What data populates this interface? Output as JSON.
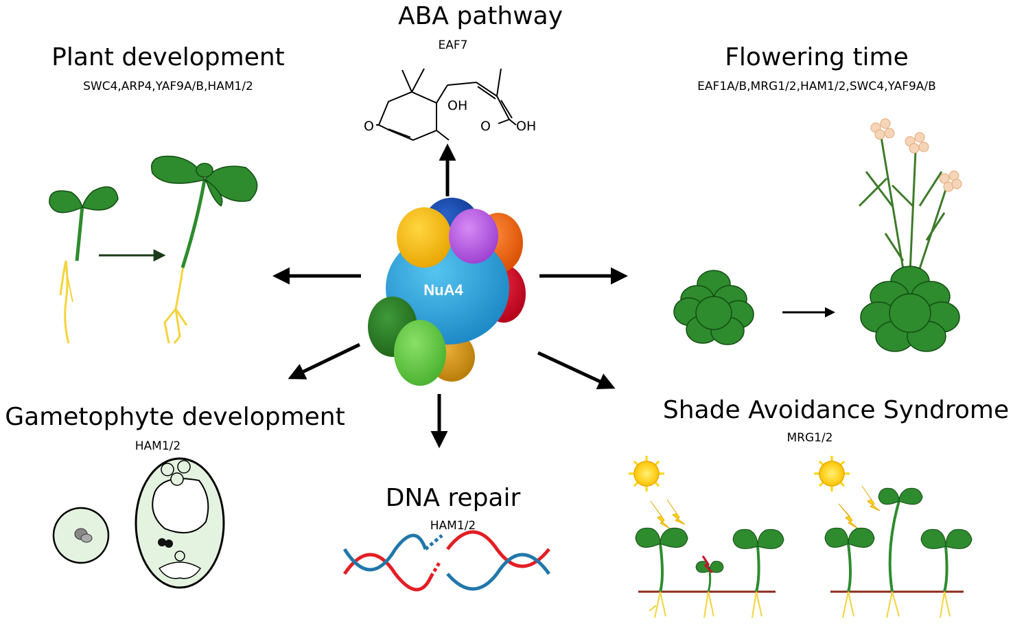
{
  "center": {
    "label": "NuA4"
  },
  "modules": {
    "aba": {
      "title": "ABA pathway",
      "genes": "EAF7"
    },
    "plant_dev": {
      "title": "Plant development",
      "genes": "SWC4,ARP4,YAF9A/B,HAM1/2"
    },
    "flowering": {
      "title": "Flowering time",
      "genes": "EAF1A/B,MRG1/2,HAM1/2,SWC4,YAF9A/B"
    },
    "gametophyte": {
      "title": "Gametophyte development",
      "genes": "HAM1/2"
    },
    "dna_repair": {
      "title": "DNA repair",
      "genes": "HAM1/2"
    },
    "shade": {
      "title": "Shade Avoidance Syndrome",
      "genes": "MRG1/2"
    }
  },
  "aba_structure": {
    "oh_label": "OH",
    "ketone_label": "O",
    "acid_o_label": "O",
    "acid_oh_label": "OH"
  },
  "colors": {
    "leaf": "#2e8b2e",
    "root": "#f5d33b",
    "nua4_core": "#29a3dc",
    "dna_red": "#e31e24",
    "dna_blue": "#2277aa",
    "sun": "#ffd400",
    "soil": "#8b2a1a"
  }
}
